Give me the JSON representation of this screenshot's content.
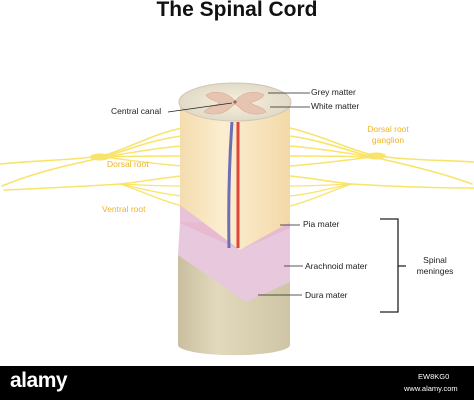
{
  "title": "The Spinal Cord",
  "labels": {
    "grey_matter": "Grey matter",
    "white_matter": "White matter",
    "central_canal": "Central canal",
    "dorsal_root_ganglion_line1": "Dorsal root",
    "dorsal_root_ganglion_line2": "ganglion",
    "dorsal_root": "Dorsal root",
    "ventral_root": "Ventral root",
    "pia_mater": "Pia mater",
    "arachnoid_mater": "Arachnoid mater",
    "dura_mater": "Dura mater",
    "spinal_meninges_line1": "Spinal",
    "spinal_meninges_line2": "meninges"
  },
  "watermark": {
    "brand": "alamy",
    "image_id": "EW8KG0",
    "url": "www.alamy.com"
  },
  "colors": {
    "nerve": "#f8e46a",
    "label_yellow": "#f0b323",
    "grey_matter": "#e6c4b2",
    "white_matter": "#f4e8c0",
    "pia": "#e6b7cf",
    "arachnoid": "#e8c8dc",
    "dura": "#d9cfb0",
    "artery": "#e0453a",
    "vein": "#6b6fb6"
  }
}
